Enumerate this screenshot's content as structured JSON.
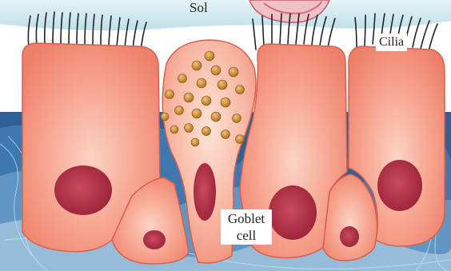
{
  "labels": {
    "sol": "Sol",
    "cilia": "Cilia",
    "goblet_line1": "Goblet",
    "goblet_line2": "cell"
  },
  "colors": {
    "sol_layer": "#c9e6ec",
    "cell_fill": "#f59a86",
    "cell_edge": "#d9604c",
    "nucleus": "#b8324a",
    "granule": "#d08a2c",
    "background_fibers": "#2f5f95"
  }
}
